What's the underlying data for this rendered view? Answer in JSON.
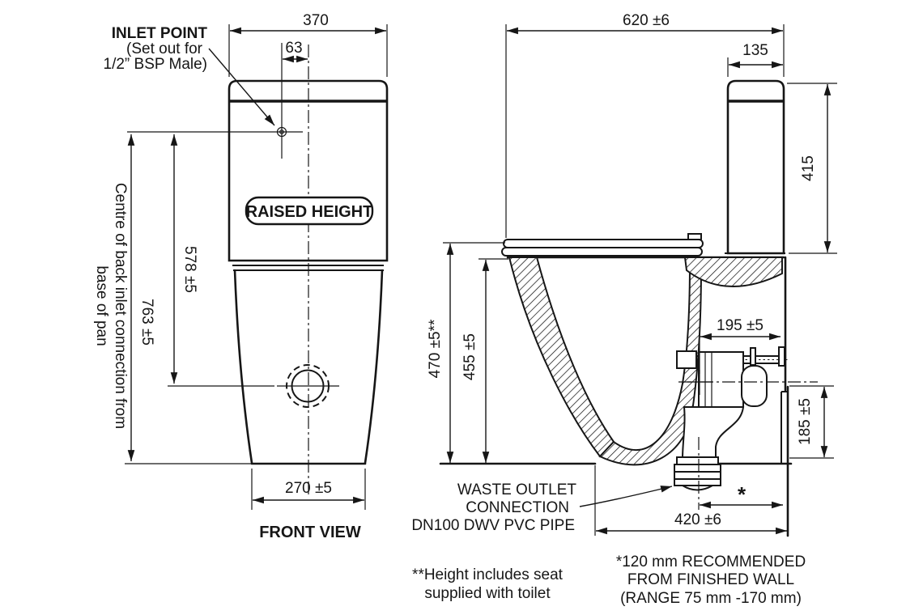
{
  "drawing": {
    "front_view": {
      "label": "FRONT VIEW",
      "badge": "RAISED HEIGHT",
      "inlet_note": {
        "line1": "INLET POINT",
        "line2": "(Set out for",
        "line3": "1/2” BSP Male)"
      },
      "side_note": {
        "line1": "Centre of back inlet connection from",
        "line2": "base of pan"
      },
      "dim_overall_width": "370",
      "dim_inlet_offset": "63",
      "dim_inlet_height": "763 ±5",
      "dim_inlet_to_connection": "578 ±5",
      "dim_base_width": "270 ±5"
    },
    "side_view": {
      "dim_overall_depth": "620 ±6",
      "dim_cistern_depth": "135",
      "dim_cistern_height": "415",
      "dim_seat_height": "470 ±5**",
      "dim_rim_height": "455 ±5",
      "dim_inlet_setout": "195 ±5",
      "dim_outlet_height": "185 ±5",
      "dim_base_setout": "420 ±6",
      "dim_wall_clearance": "*",
      "waste_note": {
        "line1": "WASTE OUTLET",
        "line2": "CONNECTION",
        "line3": "DN100 DWV PVC PIPE"
      }
    },
    "footnotes": {
      "seat_line1": "**Height includes seat",
      "seat_line2": "supplied with toilet",
      "wall_line1": "*120 mm RECOMMENDED",
      "wall_line2": "FROM FINISHED WALL",
      "wall_line3": "(RANGE 75 mm -170 mm)"
    },
    "colors": {
      "ink": "#161616",
      "paper": "#ffffff"
    }
  }
}
